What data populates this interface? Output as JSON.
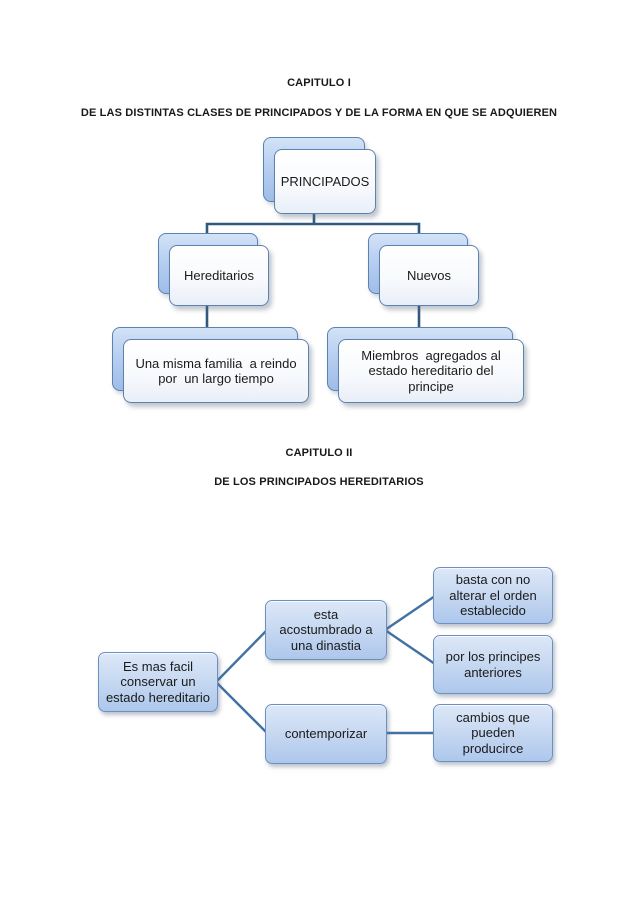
{
  "headings": {
    "chapter1_title": "CAPITULO I",
    "chapter1_subtitle": "DE LAS DISTINTAS CLASES DE PRINCIPADOS Y DE LA FORMA EN QUE SE ADQUIEREN",
    "chapter2_title": "CAPITULO II",
    "chapter2_subtitle": "DE LOS PRINCIPADOS HEREDITARIOS"
  },
  "diagram1": {
    "type": "hierarchy",
    "nodes": {
      "root": {
        "label": "PRINCIPADOS"
      },
      "hereditarios": {
        "label": "Hereditarios"
      },
      "nuevos": {
        "label": "Nuevos"
      },
      "hereditarios_detail": {
        "label": "Una misma familia  a reindo\npor  un largo tiempo"
      },
      "nuevos_detail": {
        "label": "Miembros  agregados al\nestado hereditario del\nprincipe"
      }
    },
    "edges": [
      [
        "root",
        "hereditarios"
      ],
      [
        "root",
        "nuevos"
      ],
      [
        "hereditarios",
        "hereditarios_detail"
      ],
      [
        "nuevos",
        "nuevos_detail"
      ]
    ]
  },
  "diagram2": {
    "type": "flow",
    "nodes": {
      "premise": {
        "label": "Es mas facil\nconservar un\nestado hereditario"
      },
      "dynasty": {
        "label": "esta\nacostumbrado a\nuna dinastia"
      },
      "contemporize": {
        "label": "contemporizar"
      },
      "order": {
        "label": "basta con no\nalterar el orden\nestablecido"
      },
      "princes": {
        "label": "por los principes\nanteriores"
      },
      "changes": {
        "label": "cambios que\npueden\nproducirce"
      }
    },
    "edges": [
      [
        "premise",
        "dynasty"
      ],
      [
        "premise",
        "contemporize"
      ],
      [
        "dynasty",
        "order"
      ],
      [
        "dynasty",
        "princes"
      ],
      [
        "contemporize",
        "changes"
      ]
    ]
  },
  "colors": {
    "page_background": "#ffffff",
    "text": "#1a1a1a",
    "diagram1_connector": "#31597f",
    "diagram2_connector": "#4272a4",
    "card_border": "#5d82ae",
    "card_back_fill_top": "#d3e2f7",
    "card_back_fill_bottom": "#9fbde9",
    "card_front_fill": "#ffffff",
    "box_border": "#6e90bf",
    "box_fill_top": "#dde8f8",
    "box_fill_bottom": "#adc7ec"
  }
}
